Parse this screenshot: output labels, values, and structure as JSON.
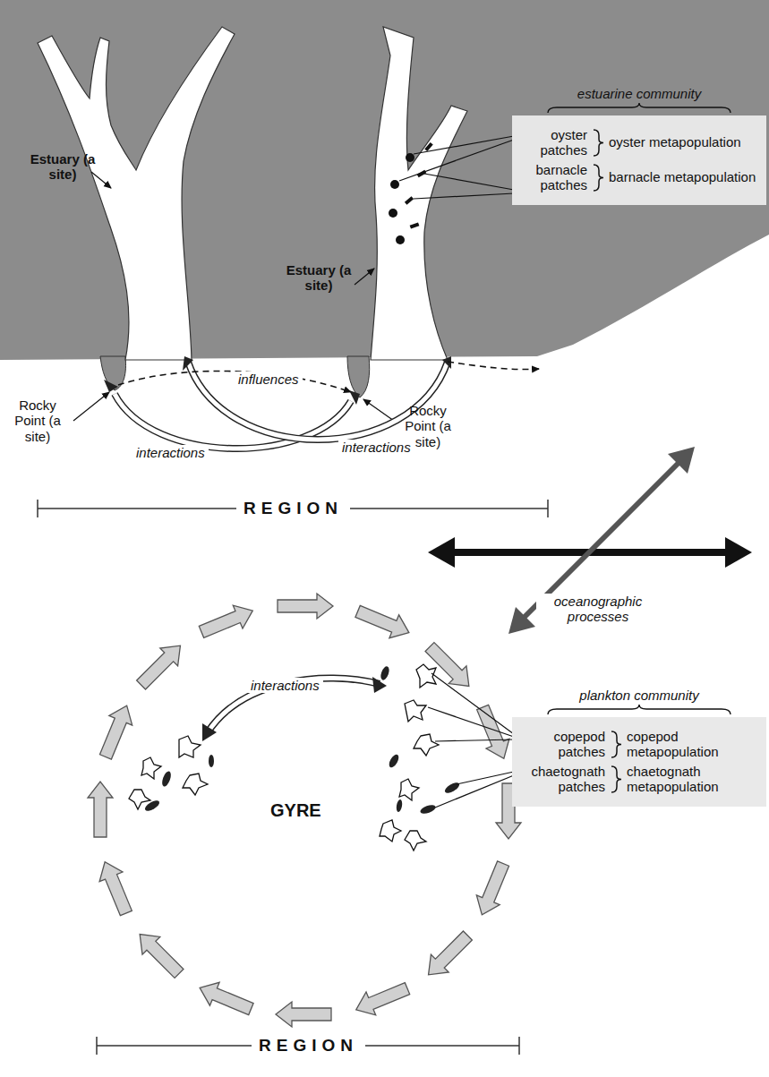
{
  "diagram": {
    "nodes": [
      {
        "text": [
          "estuarine community",
          "oyster patches",
          "oyster metapopulation",
          "barnacle patches",
          "barnacle metapopulation"
        ]
      },
      {
        "text": [
          "plankton community",
          "copepod patches",
          "copepod metapopulation",
          "chaetognath patches",
          "chaetognath metapopulation"
        ]
      }
    ],
    "labels": [
      "Estuary (a site)",
      "Estuary (a site)",
      "Rocky Point (a site)",
      "Rocky Point (a site)",
      "influences",
      "interactions",
      "interactions",
      "REGION",
      "oceanographic processes",
      "interactions",
      "GYRE",
      "REGION"
    ]
  }
}
